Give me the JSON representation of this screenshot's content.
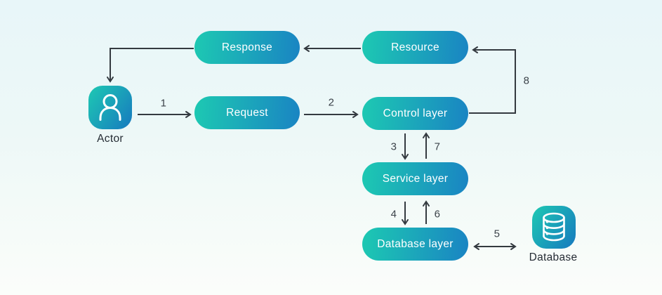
{
  "diagram": {
    "type": "flow-architecture",
    "nodes": {
      "response": "Response",
      "resource": "Resource",
      "request": "Request",
      "control": "Control layer",
      "service": "Service layer",
      "database_layer": "Database layer"
    },
    "entities": {
      "actor": "Actor",
      "database": "Database"
    },
    "steps": {
      "actor_to_request": "1",
      "request_to_control": "2",
      "control_to_service": "3",
      "service_to_database_layer": "4",
      "database_layer_to_database": "5",
      "database_layer_to_service": "6",
      "service_to_control": "7",
      "control_to_resource": "8"
    },
    "icons": {
      "actor": "person-icon",
      "database": "database-cylinder-icon"
    },
    "colors": {
      "node_gradient_start": "#1DC9B2",
      "node_gradient_end": "#1A84C3",
      "arrow": "#343A40",
      "node_text": "#FFFFFF",
      "label_text": "#252C34",
      "step_text": "#3C434A",
      "background_top": "#E8F6F9",
      "background_bottom": "#FBFDFA"
    }
  }
}
